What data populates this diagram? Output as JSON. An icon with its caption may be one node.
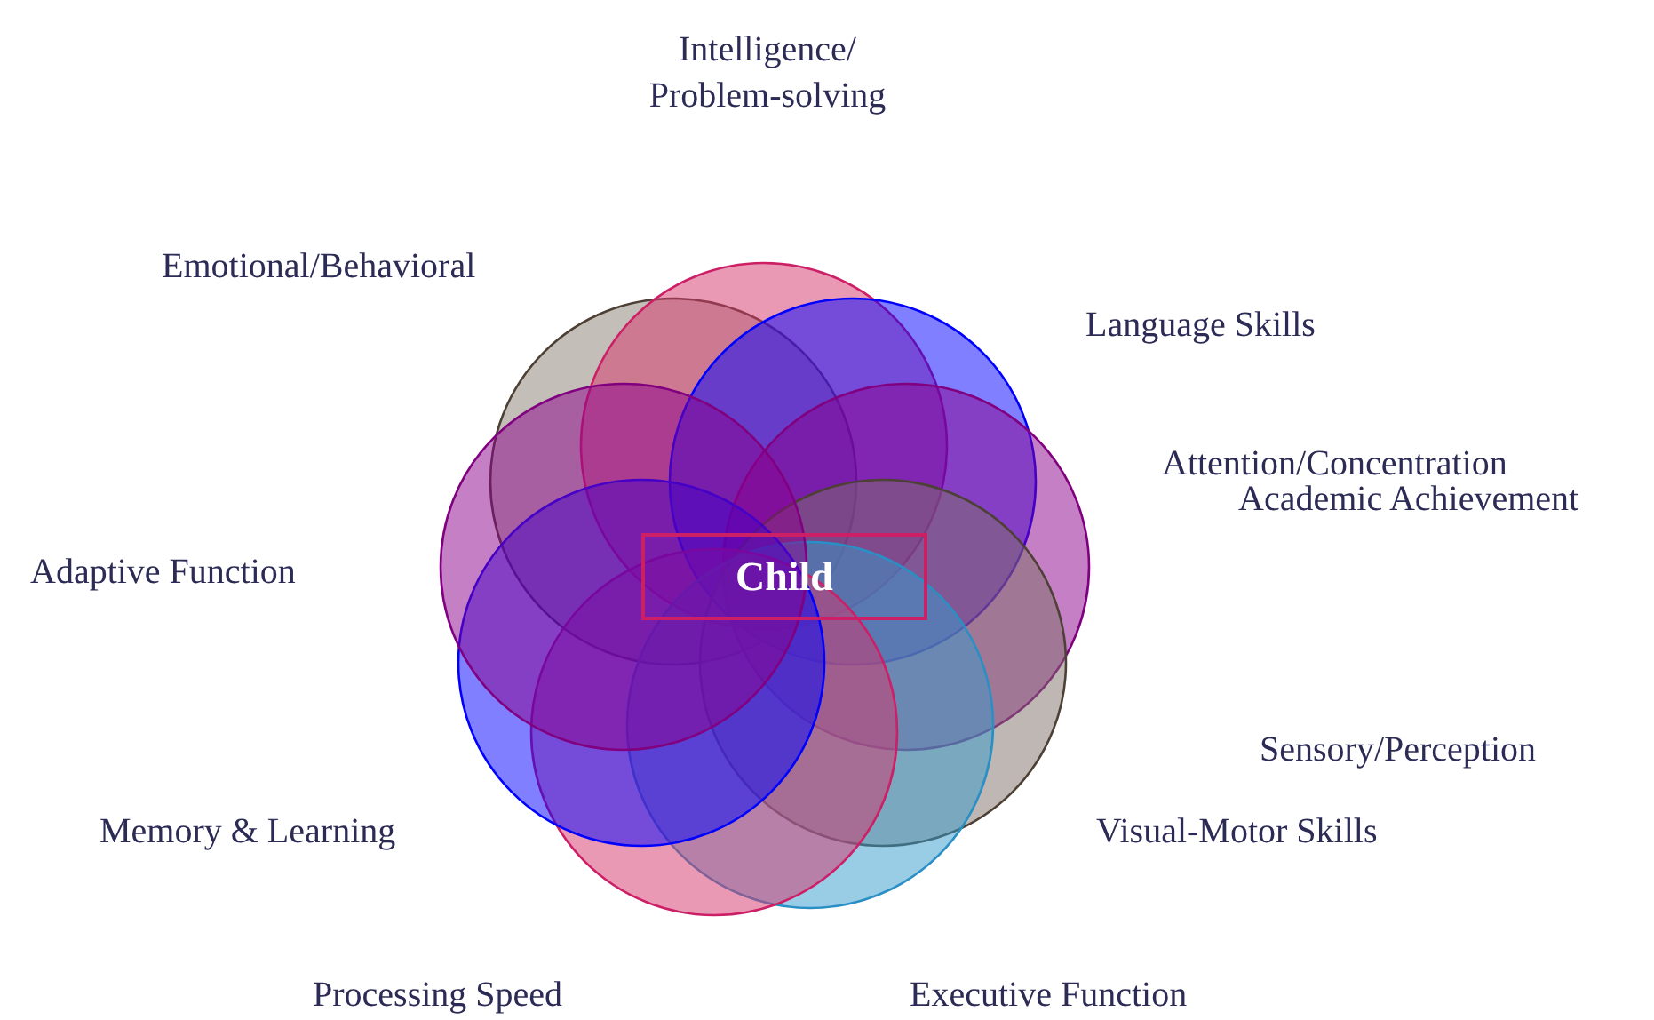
{
  "diagram": {
    "nodes": [
      {
        "text": [
          "Child"
        ]
      }
    ],
    "labels": [
      "Intelligence/ Problem-solving",
      "Emotional/Behavioral",
      "Language Skills",
      "Attention/Concentration",
      "Academic Achievement",
      "Adaptive Function",
      "Sensory/Perception",
      "Memory & Learning",
      "Visual-Motor Skills",
      "Processing Speed",
      "Executive Function"
    ]
  }
}
